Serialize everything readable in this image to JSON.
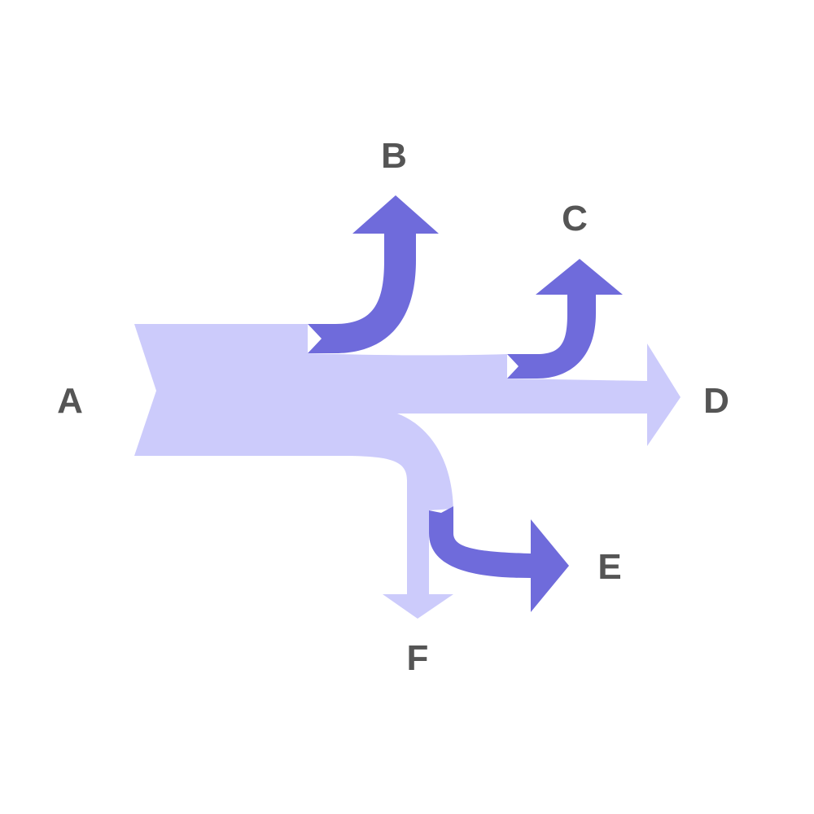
{
  "colors": {
    "light_flow": "#cccbfb",
    "dark_flow": "#6f6bdb",
    "label": "#555555",
    "background": "#ffffff"
  },
  "nodes": {
    "a": "A",
    "b": "B",
    "c": "C",
    "d": "D",
    "e": "E",
    "f": "F"
  }
}
